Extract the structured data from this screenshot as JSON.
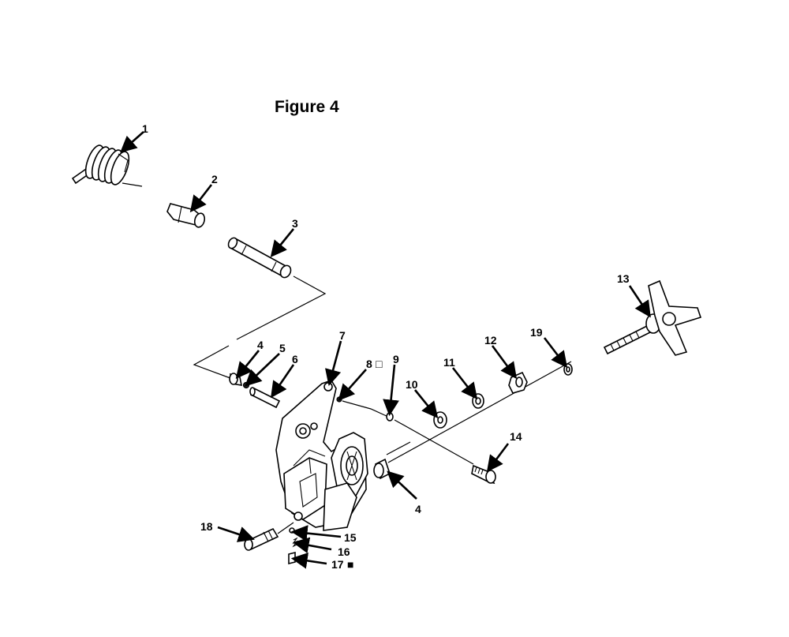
{
  "figure": {
    "title": "Figure 4"
  },
  "callouts": [
    {
      "id": "c1",
      "text": "1"
    },
    {
      "id": "c2",
      "text": "2"
    },
    {
      "id": "c3",
      "text": "3"
    },
    {
      "id": "c4a",
      "text": "4"
    },
    {
      "id": "c5",
      "text": "5"
    },
    {
      "id": "c6",
      "text": "6"
    },
    {
      "id": "c7",
      "text": "7"
    },
    {
      "id": "c8",
      "text": "8"
    },
    {
      "id": "c9",
      "text": "9"
    },
    {
      "id": "c10",
      "text": "10"
    },
    {
      "id": "c11",
      "text": "11"
    },
    {
      "id": "c12",
      "text": "12"
    },
    {
      "id": "c19",
      "text": "19"
    },
    {
      "id": "c13",
      "text": "13"
    },
    {
      "id": "c14",
      "text": "14"
    },
    {
      "id": "c4b",
      "text": "4"
    },
    {
      "id": "c18",
      "text": "18"
    },
    {
      "id": "c15",
      "text": "15"
    },
    {
      "id": "c16",
      "text": "16"
    },
    {
      "id": "c17",
      "text": "17"
    }
  ],
  "markers": {
    "open_square": "□",
    "filled_square": "■"
  }
}
